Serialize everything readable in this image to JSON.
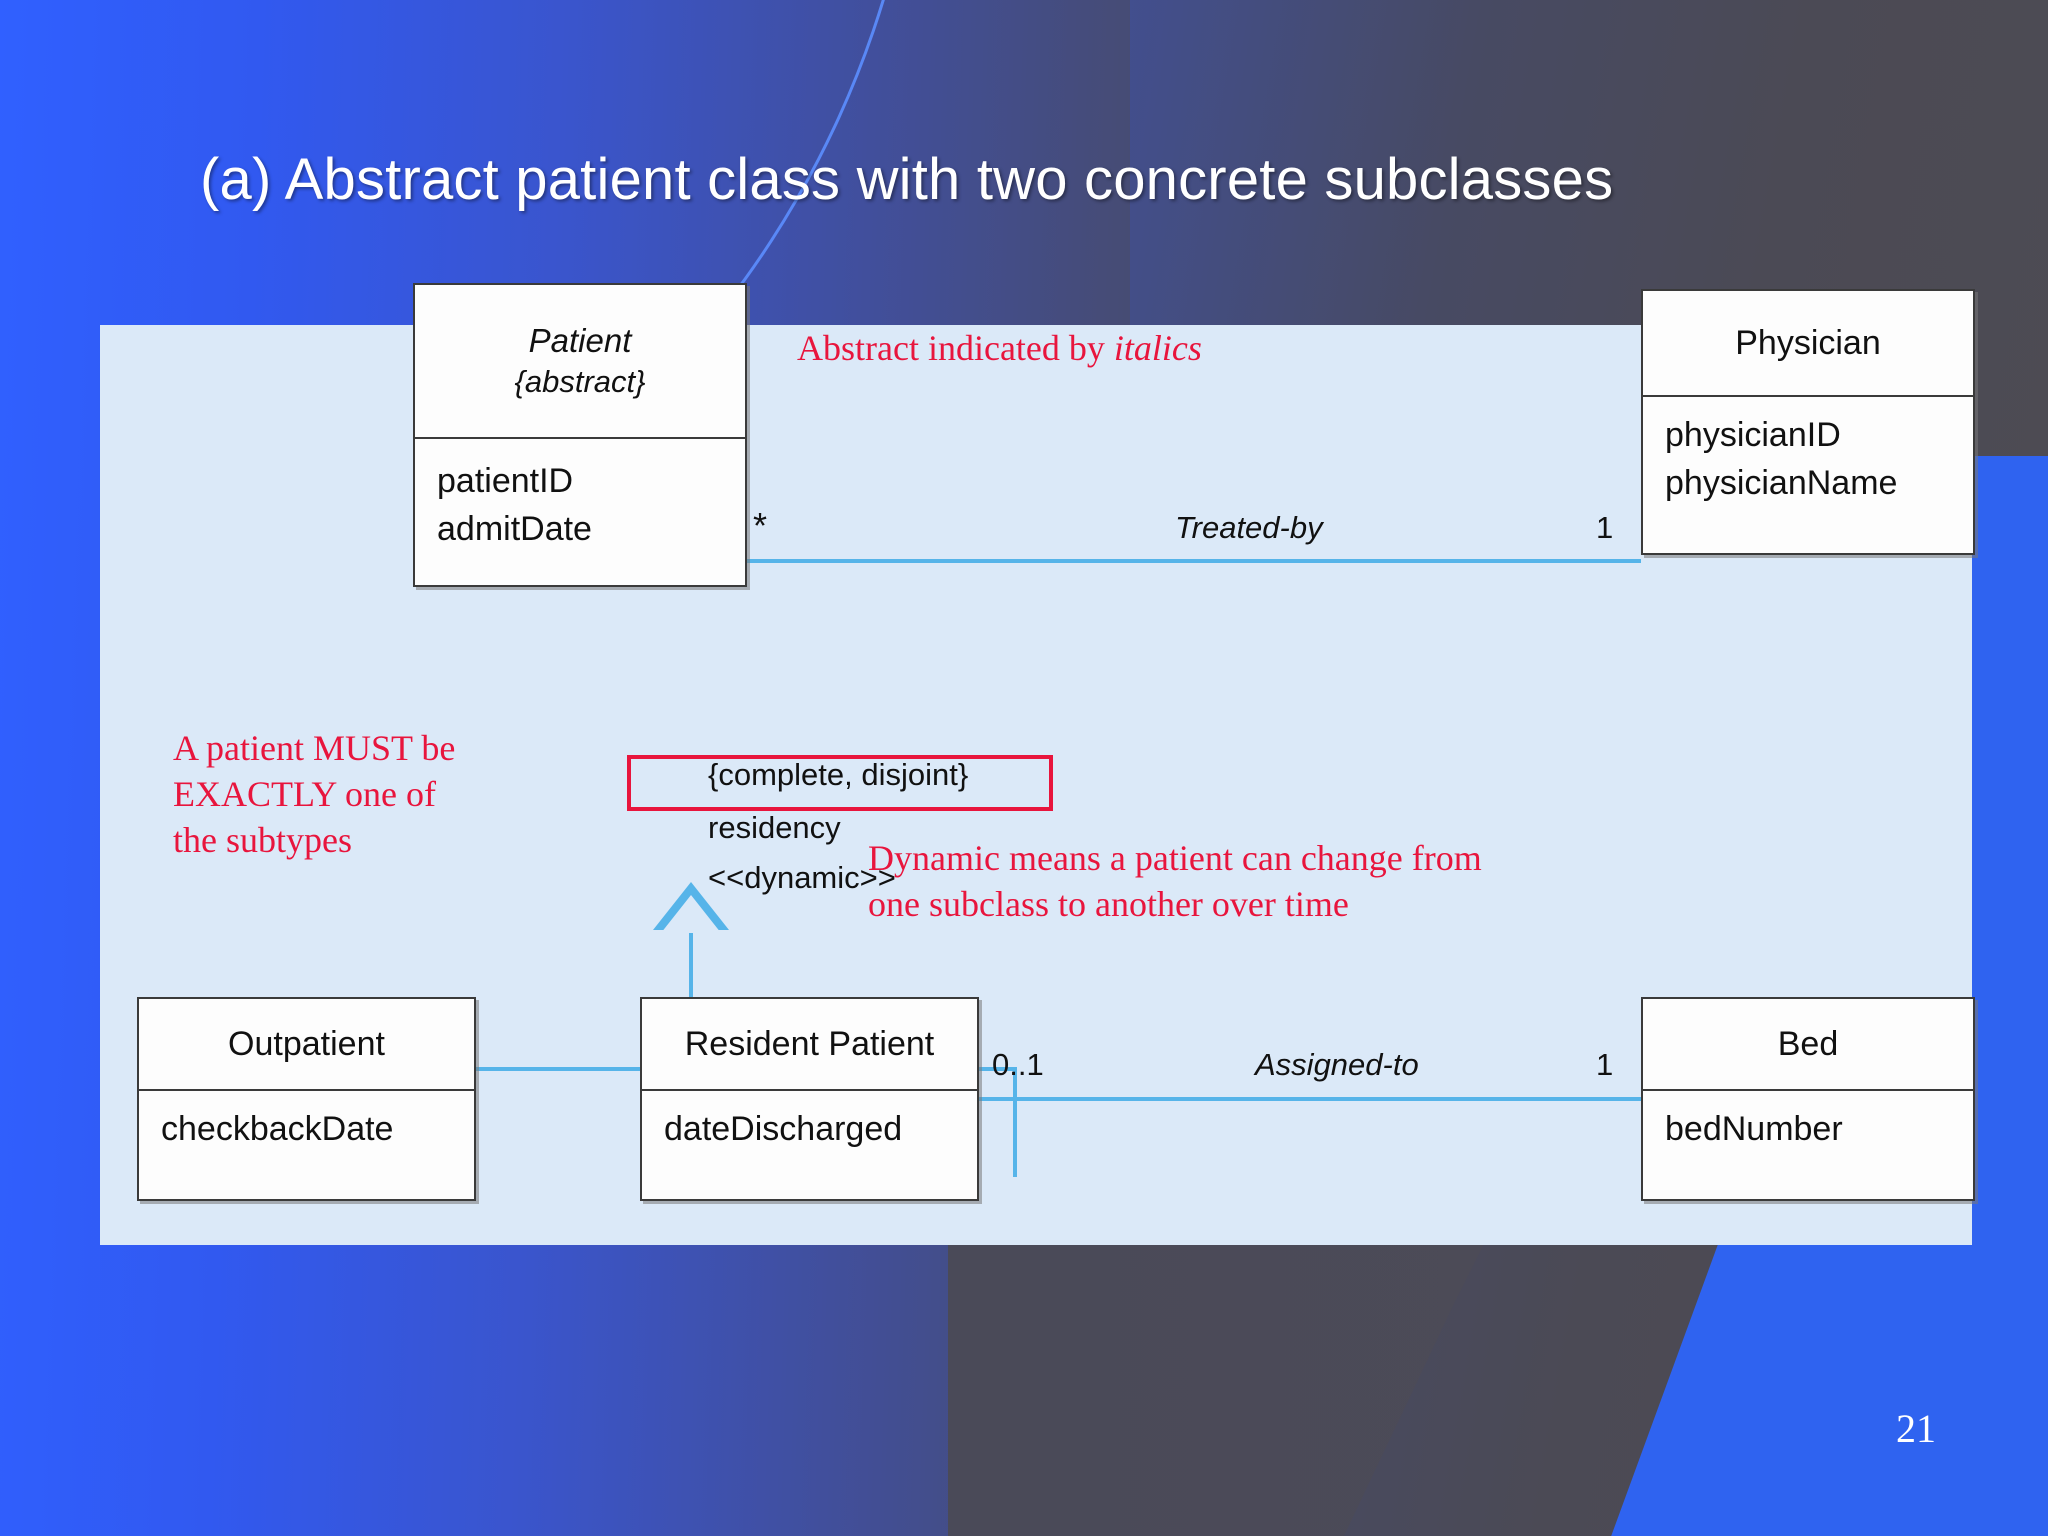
{
  "slide": {
    "title": "(a) Abstract patient class with two concrete subclasses",
    "page_number": "21",
    "colors": {
      "background_blue": "#2f5af5",
      "background_dark": "#4b4b55",
      "canvas": "#dbe9f8",
      "connector_blue": "#56b4e9",
      "annotation_red": "#e8153d",
      "class_border": "#3a3a3a",
      "class_fill": "#fdfdfd",
      "title_text": "#ffffff"
    }
  },
  "diagram": {
    "type": "uml-class-diagram",
    "classes": [
      {
        "id": "patient",
        "name": "Patient",
        "stereotype": "{abstract}",
        "is_abstract": true,
        "attributes": [
          "patientID",
          "admitDate"
        ]
      },
      {
        "id": "physician",
        "name": "Physician",
        "stereotype": "",
        "is_abstract": false,
        "attributes": [
          "physicianID",
          "physicianName"
        ]
      },
      {
        "id": "outpatient",
        "name": "Outpatient",
        "stereotype": "",
        "is_abstract": false,
        "attributes": [
          "checkbackDate"
        ]
      },
      {
        "id": "resident",
        "name": "Resident Patient",
        "stereotype": "",
        "is_abstract": false,
        "attributes": [
          "dateDischarged"
        ]
      },
      {
        "id": "bed",
        "name": "Bed",
        "stereotype": "",
        "is_abstract": false,
        "attributes": [
          "bedNumber"
        ]
      }
    ],
    "associations": [
      {
        "id": "treated-by",
        "label": "Treated-by",
        "source": "patient",
        "target": "physician",
        "source_multiplicity": "*",
        "target_multiplicity": "1"
      },
      {
        "id": "assigned-to",
        "label": "Assigned-to",
        "source": "resident",
        "target": "bed",
        "source_multiplicity": "0..1",
        "target_multiplicity": "1"
      }
    ],
    "generalization": {
      "superclass": "patient",
      "subclasses": [
        "outpatient",
        "resident"
      ],
      "constraint": "{complete, disjoint}",
      "discriminator": "residency",
      "stereotype": "<<dynamic>>"
    }
  },
  "annotations": [
    {
      "id": "abstract-italics",
      "text_plain": "Abstract indicated by ",
      "text_italic": "italics"
    },
    {
      "id": "must-be-exactly-one",
      "lines": [
        "A patient MUST be",
        "EXACTLY one of",
        "the subtypes"
      ]
    },
    {
      "id": "dynamic-meaning",
      "lines": [
        "Dynamic means a patient can change from",
        "one subclass to another over time"
      ]
    }
  ]
}
